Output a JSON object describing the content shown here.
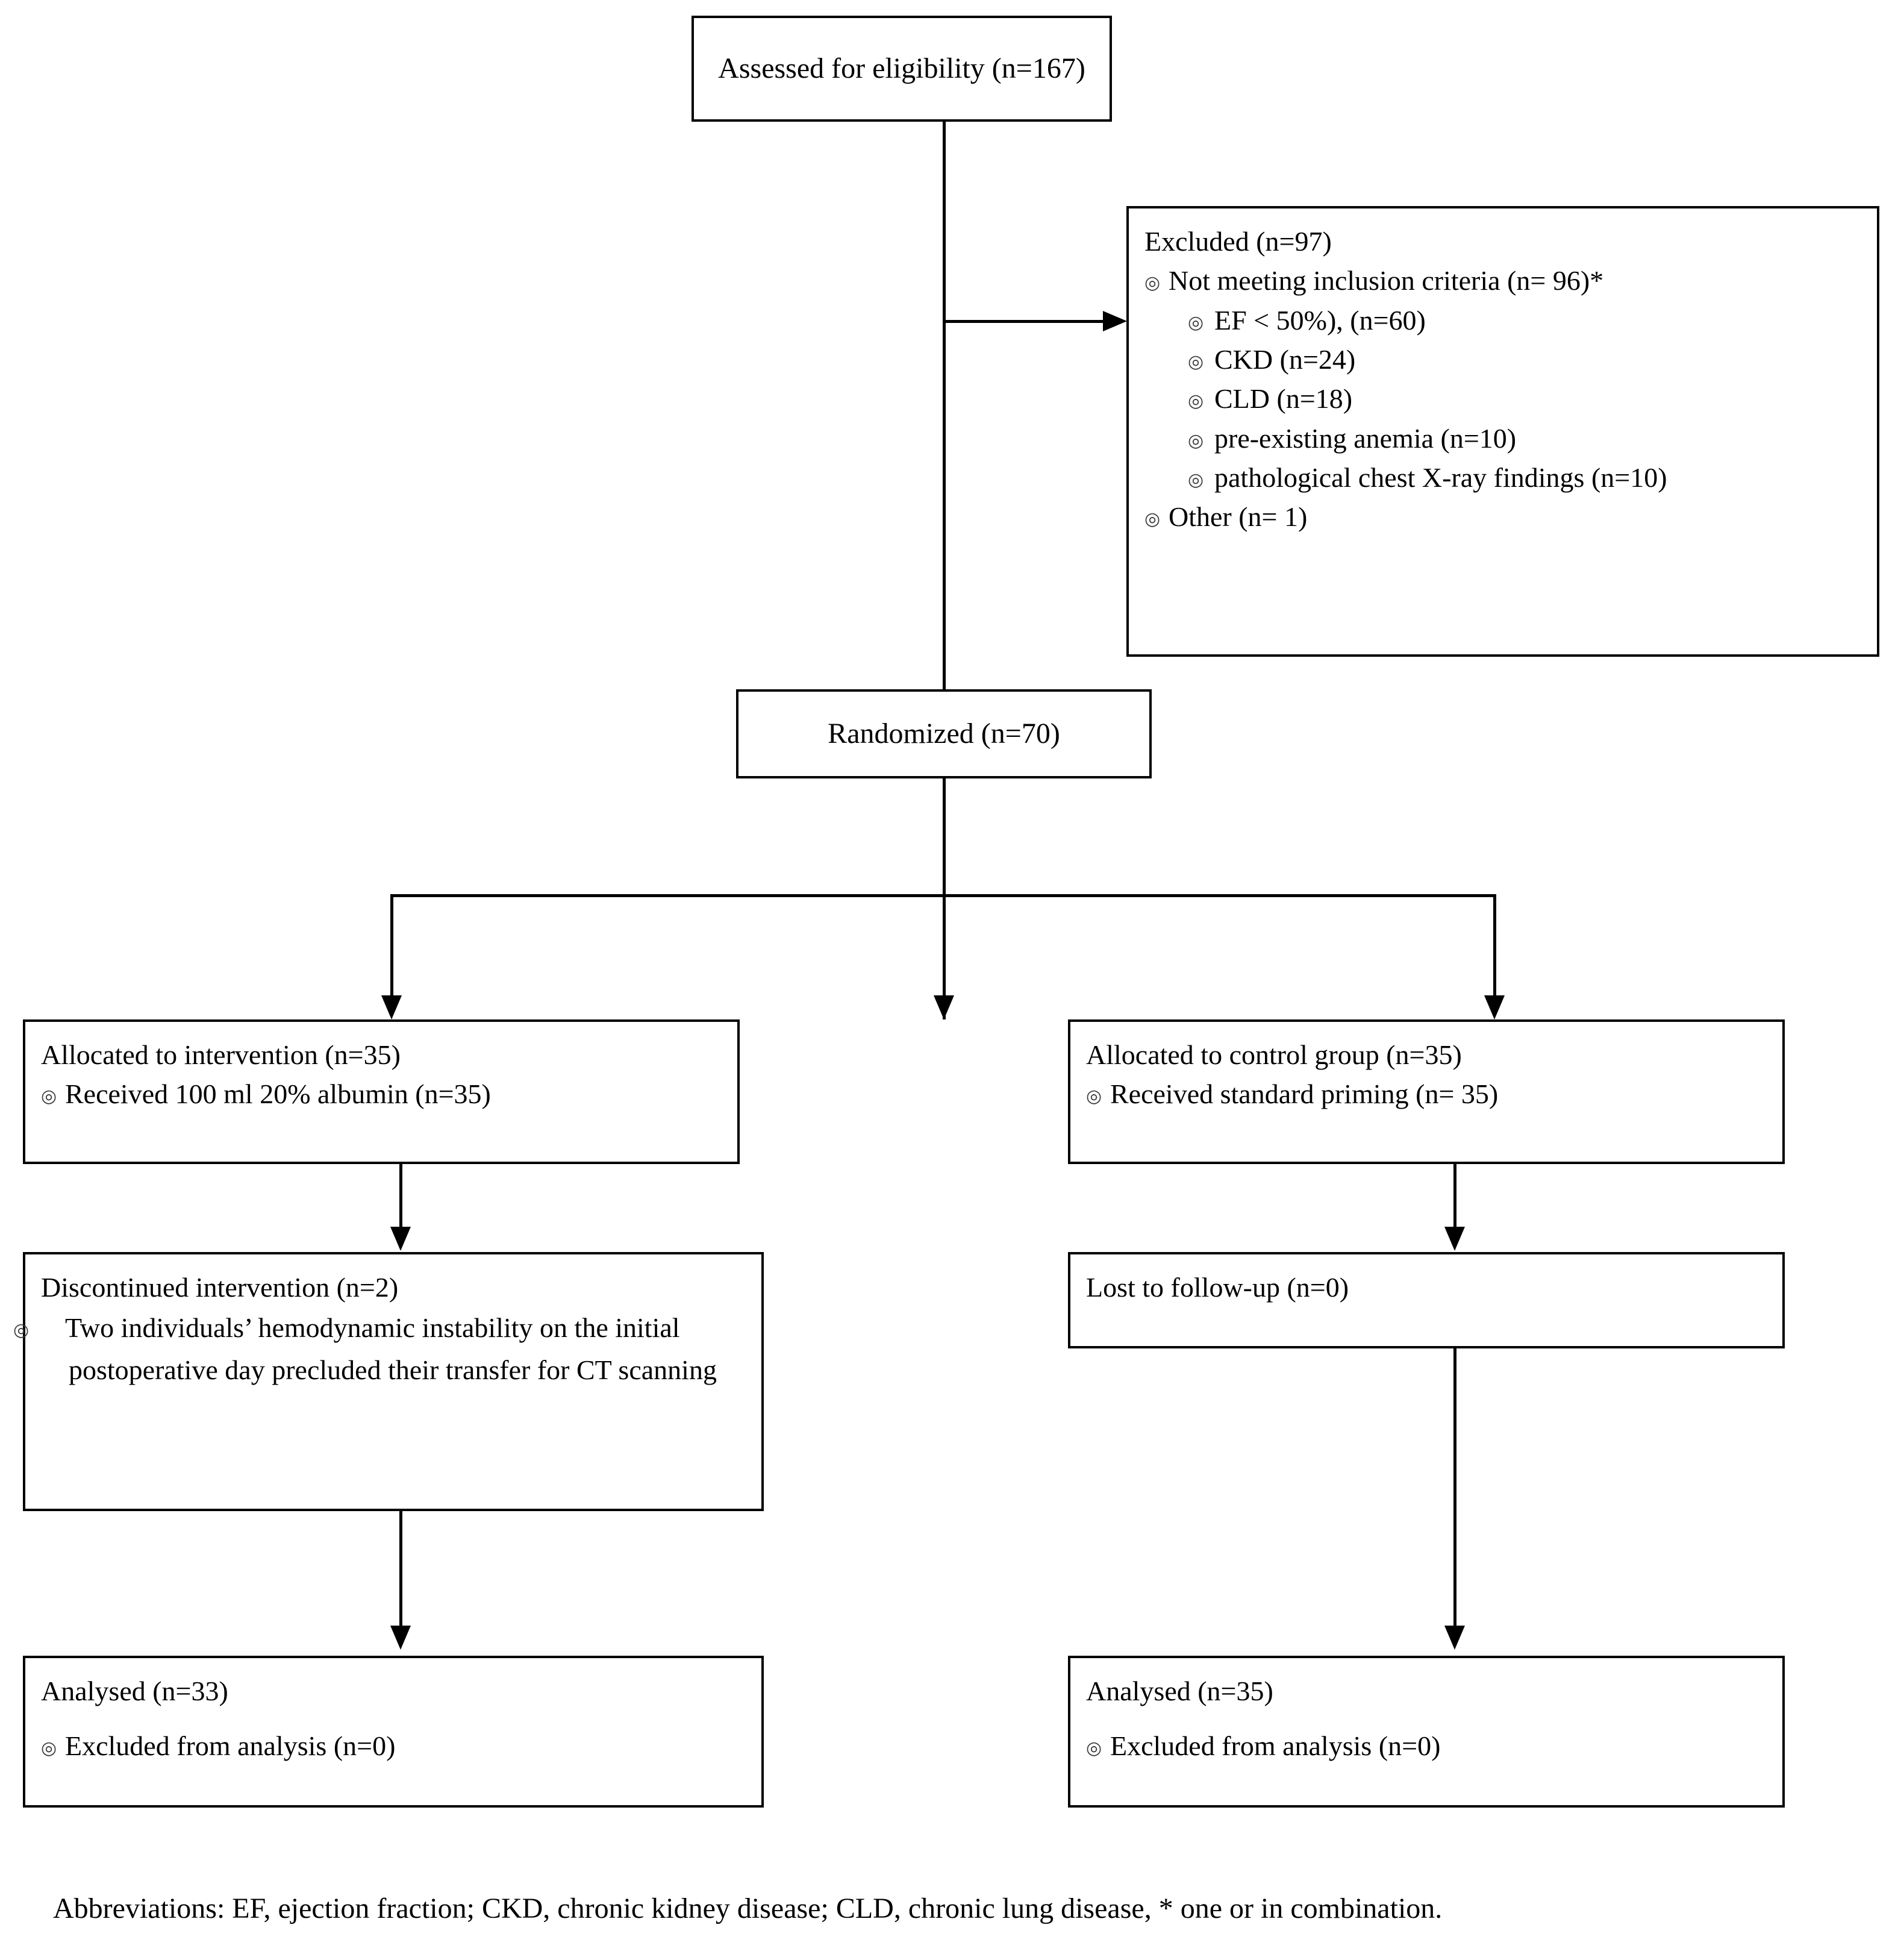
{
  "diagram": {
    "type": "consort-flow-diagram",
    "title": "CONSORT participant flow",
    "stroke_color": "#000000",
    "background_color": "#ffffff",
    "bullet_glyph": "◎"
  },
  "nodes": {
    "assessed": {
      "label": "Assessed for eligibility (n=167)",
      "n": 167
    },
    "excluded": {
      "heading": "Excluded (n=97)",
      "n": 97,
      "items": [
        {
          "label": "Not meeting inclusion criteria (n= 96)*",
          "n": 96,
          "level": 1
        },
        {
          "label": "EF < 50%), (n=60)",
          "n": 60,
          "level": 2
        },
        {
          "label": "CKD (n=24)",
          "n": 24,
          "level": 2
        },
        {
          "label": "CLD (n=18)",
          "n": 18,
          "level": 2
        },
        {
          "label": "pre-existing anemia (n=10)",
          "n": 10,
          "level": 2
        },
        {
          "label": "pathological chest X-ray findings (n=10)",
          "n": 10,
          "level": 2
        },
        {
          "label": "Other (n= 1)",
          "n": 1,
          "level": 1
        }
      ]
    },
    "randomized": {
      "label": "Randomized (n=70)",
      "n": 70
    },
    "alloc_intervention": {
      "heading": "Allocated to intervention (n=35)",
      "n": 35,
      "items": [
        {
          "label": "Received 100 ml 20% albumin (n=35)",
          "n": 35
        }
      ]
    },
    "alloc_control": {
      "heading": "Allocated to control group (n=35)",
      "n": 35,
      "items": [
        {
          "label": "Received standard priming (n= 35)",
          "n": 35
        }
      ]
    },
    "discontinued": {
      "heading": "Discontinued intervention (n=2)",
      "n": 2,
      "items": [
        {
          "label": "Two individuals’ hemodynamic instability on the initial postoperative day precluded their transfer for CT scanning"
        }
      ]
    },
    "lost_followup": {
      "heading": "Lost to follow-up (n=0)",
      "n": 0,
      "items": []
    },
    "analysed_intervention": {
      "heading": "Analysed (n=33)",
      "n": 33,
      "items": [
        {
          "label": "Excluded from analysis (n=0)",
          "n": 0
        }
      ]
    },
    "analysed_control": {
      "heading": "Analysed (n=35)",
      "n": 35,
      "items": [
        {
          "label": "Excluded from analysis (n=0)",
          "n": 0
        }
      ]
    }
  },
  "footnote": {
    "text": "Abbreviations: EF, ejection fraction; CKD, chronic kidney disease; CLD, chronic lung disease, * one or in combination."
  }
}
